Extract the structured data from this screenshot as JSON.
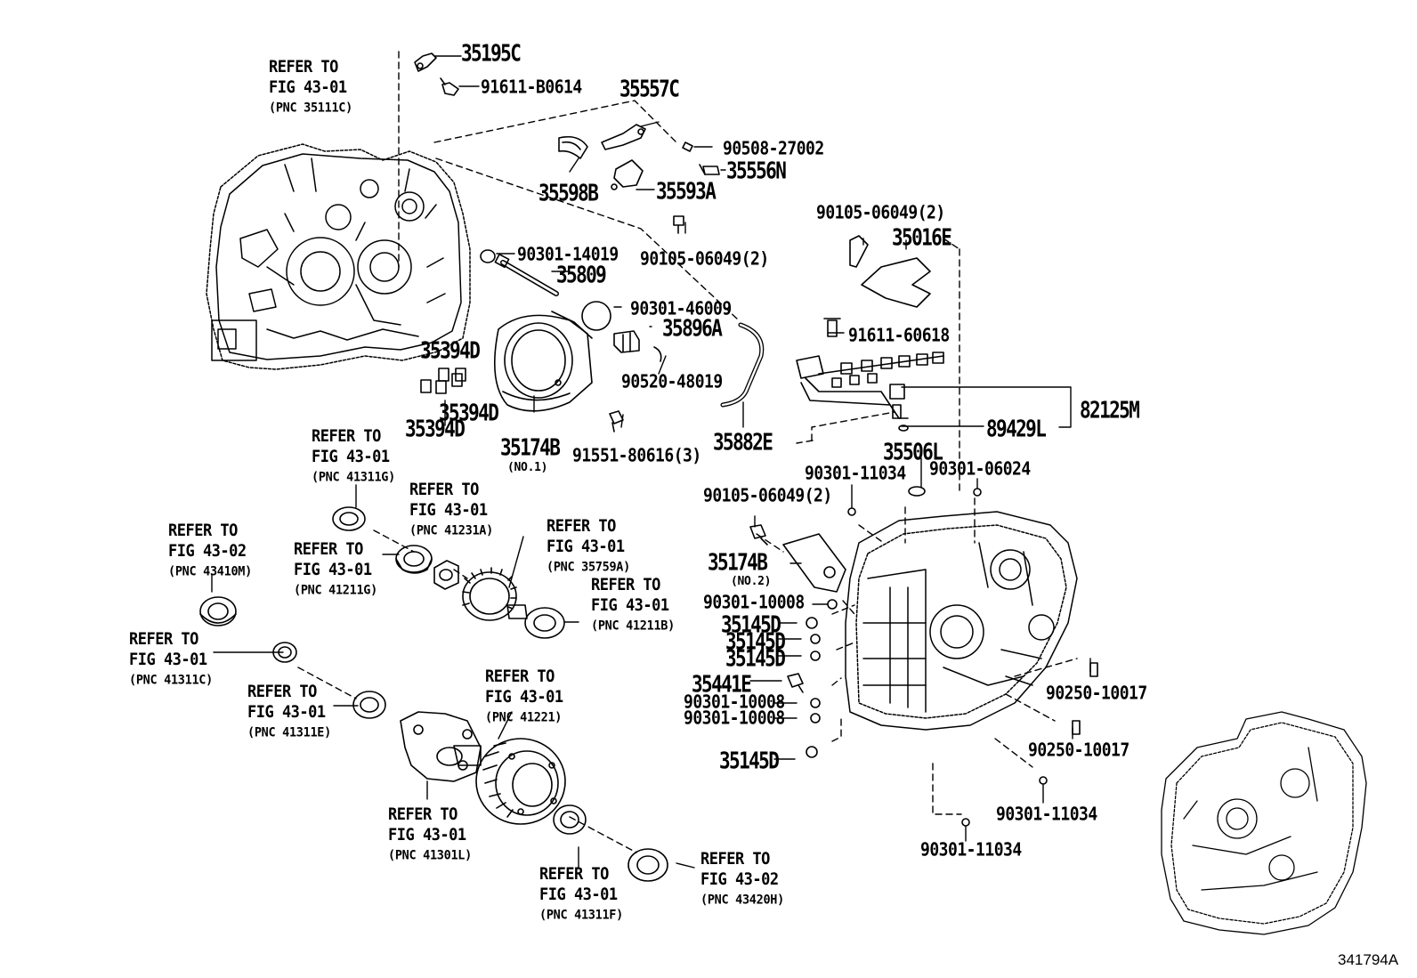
{
  "diagram": {
    "figure_code": "341794A",
    "labels": {
      "p35195C": "35195C",
      "p91611_B0614": "91611-B0614",
      "p35557C": "35557C",
      "p90508_27002": "90508-27002",
      "p35556N": "35556N",
      "p35598B": "35598B",
      "p35593A": "35593A",
      "p90105_06049_top": "90105-06049(2)",
      "p90301_14019": "90301-14019",
      "p35809": "35809",
      "p90301_46009": "90301-46009",
      "p35896A": "35896A",
      "p90520_48019": "90520-48019",
      "p35394D_a": "35394D",
      "p35394D_b": "35394D",
      "p35394D_c": "35394D",
      "p35174B_1": "35174B",
      "no1": "(NO.1)",
      "p91551_80616": "91551-80616(3)",
      "p35882E": "35882E",
      "p90105_06049_r": "90105-06049(2)",
      "p35016E": "35016E",
      "p91611_60618": "91611-60618",
      "p82125M": "82125M",
      "p89429L": "89429L",
      "p35506L": "35506L",
      "p90301_11034_a": "90301-11034",
      "p90301_06024": "90301-06024",
      "p90105_06049_m": "90105-06049(2)",
      "p35174B_2": "35174B",
      "no2": "(NO.2)",
      "p90301_10008_a": "90301-10008",
      "p35145D_a": "35145D",
      "p35145D_b": "35145D",
      "p35145D_c": "35145D",
      "p35441E": "35441E",
      "p90301_10008_b": "90301-10008",
      "p90301_10008_c": "90301-10008",
      "p35145D_d": "35145D",
      "p90250_10017_a": "90250-10017",
      "p90250_10017_b": "90250-10017",
      "p90301_11034_b": "90301-11034",
      "p90301_11034_c": "90301-11034"
    },
    "refs": [
      {
        "id": "r1",
        "l1": "REFER TO",
        "l2": "FIG 43-01",
        "l3": "(PNC 35111C)"
      },
      {
        "id": "r2",
        "l1": "REFER TO",
        "l2": "FIG 43-01",
        "l3": "(PNC 41311G)"
      },
      {
        "id": "r3",
        "l1": "REFER TO",
        "l2": "FIG 43-01",
        "l3": "(PNC 41231A)"
      },
      {
        "id": "r4",
        "l1": "REFER TO",
        "l2": "FIG 43-02",
        "l3": "(PNC 43410M)"
      },
      {
        "id": "r5",
        "l1": "REFER TO",
        "l2": "FIG 43-01",
        "l3": "(PNC 41211G)"
      },
      {
        "id": "r6",
        "l1": "REFER TO",
        "l2": "FIG 43-01",
        "l3": "(PNC 35759A)"
      },
      {
        "id": "r7",
        "l1": "REFER TO",
        "l2": "FIG 43-01",
        "l3": "(PNC 41211B)"
      },
      {
        "id": "r8",
        "l1": "REFER TO",
        "l2": "FIG 43-01",
        "l3": "(PNC 41311C)"
      },
      {
        "id": "r9",
        "l1": "REFER TO",
        "l2": "FIG 43-01",
        "l3": "(PNC 41221)"
      },
      {
        "id": "r10",
        "l1": "REFER TO",
        "l2": "FIG 43-01",
        "l3": "(PNC 41311E)"
      },
      {
        "id": "r11",
        "l1": "REFER TO",
        "l2": "FIG 43-01",
        "l3": "(PNC 41301L)"
      },
      {
        "id": "r12",
        "l1": "REFER TO",
        "l2": "FIG 43-01",
        "l3": "(PNC 41311F)"
      },
      {
        "id": "r13",
        "l1": "REFER TO",
        "l2": "FIG 43-02",
        "l3": "(PNC 43420H)"
      }
    ]
  }
}
